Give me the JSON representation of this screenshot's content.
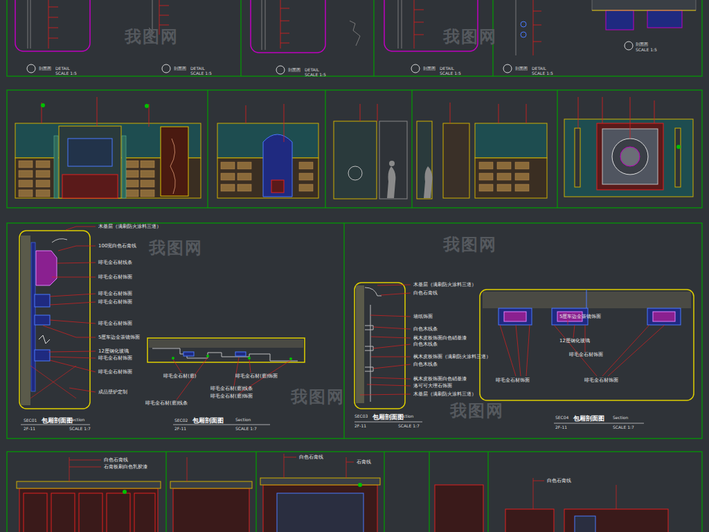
{
  "diagram": {
    "labels": [
      "剖面图",
      "DETAIL",
      "SCALE 1:5",
      "剖面图",
      "DETAIL",
      "SCALE 1:5",
      "剖面图",
      "DETAIL",
      "SCALE 1:5",
      "剖面图",
      "DETAIL",
      "SCALE 1:5",
      "剖面图",
      "DETAIL",
      "SCALE 1:5",
      "剖面图",
      "SCALE 1:5",
      "木基层（满刷防火涂料三道）",
      "100宽白色石膏线",
      "啡毛金石材线条",
      "啡毛金石材饰面",
      "啡毛金石材饰面",
      "啡毛金石材饰面",
      "啡毛金石材饰面",
      "5厘车边金茶镜饰面",
      "12厘钢化玻璃",
      "啡毛金石材饰面",
      "啡毛金石材饰面",
      "成品壁炉定制",
      "SEC01",
      "2F-11",
      "包厢剖面图",
      "Section",
      "SCALE 1:7",
      "啡毛金石材(磨)",
      "啡毛金石材(磨)饰面",
      "啡毛金石材(磨)线条",
      "啡毛金石材(磨)饰面",
      "啡毛金石材(磨)线条",
      "SEC02",
      "2F-11",
      "包厢剖面图",
      "Section",
      "SCALE 1:7",
      "木基层（满刷防火涂料三道）",
      "白色石膏线",
      "墙纸饰面",
      "白色木线条",
      "枫木皮板饰面白色硝基漆",
      "白色木线条",
      "枫木皮板饰面（满刷防火涂料三道）",
      "白色木线条",
      "枫木皮板饰面白色硝基漆",
      "洛可可大理石饰面",
      "木基层（满刷防火涂料三道）",
      "SEC03",
      "2F-11",
      "包厢剖面图",
      "Section",
      "SCALE 1:7",
      "5厘车边金茶镜饰面",
      "12厘钢化玻璃",
      "啡毛金石材饰面",
      "啡毛金石材饰面",
      "啡毛金石材饰面",
      "SEC04",
      "2F-11",
      "包厢剖面图",
      "Section",
      "SCALE 1:7",
      "白色石膏线",
      "石膏板刷白色乳胶漆",
      "白色石膏线",
      "石膏线",
      "白色石膏线",
      "我图网",
      "我图网",
      "我图网",
      "我图网",
      "我图网",
      "我图网"
    ]
  }
}
